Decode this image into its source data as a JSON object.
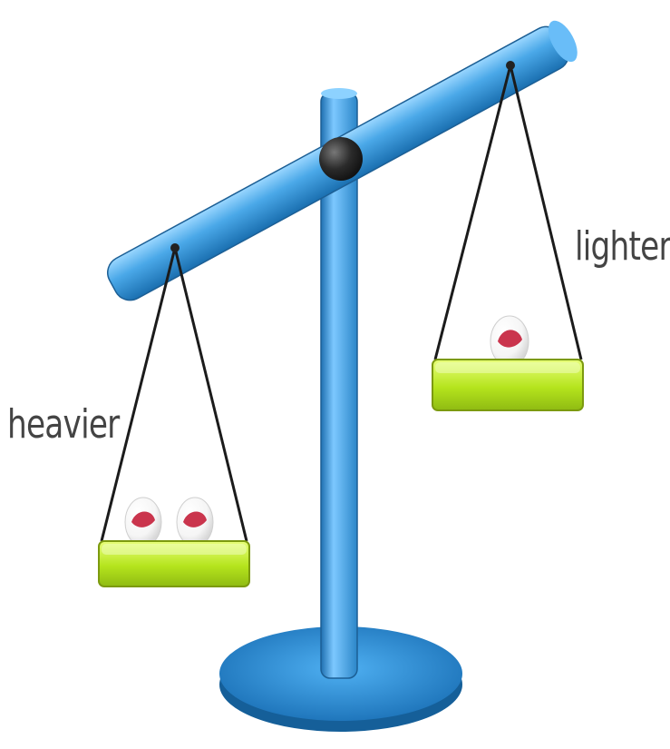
{
  "labels": {
    "heavier": "heavier",
    "lighter": "lighter"
  },
  "colors": {
    "beam": "#3f9bd7",
    "stand": "#2f8fcf",
    "base": "#1f73b8",
    "pivot": "#2c2c2c",
    "pan": "#b7e21a",
    "string": "#1b1b1b"
  },
  "items": {
    "heavier_pan_count": 2,
    "lighter_pan_count": 1
  }
}
